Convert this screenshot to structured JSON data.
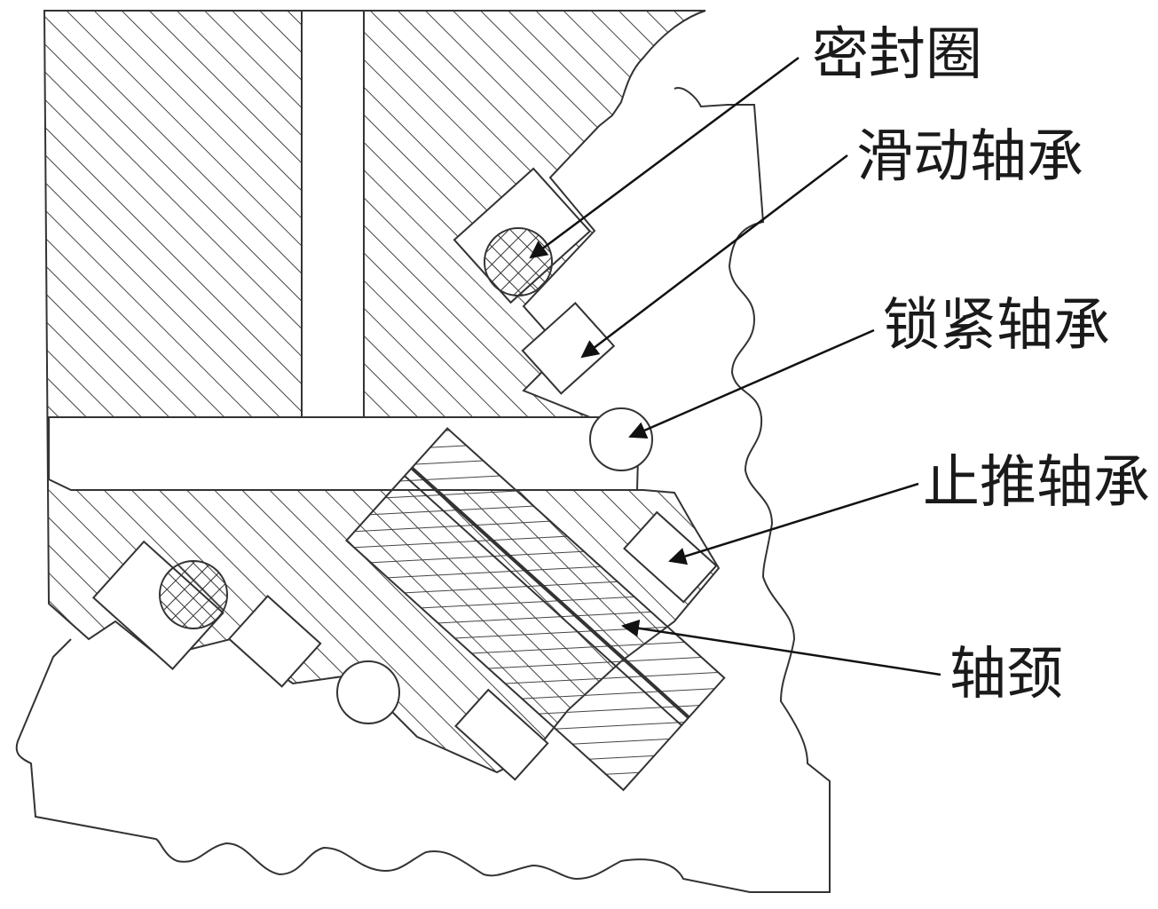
{
  "diagram": {
    "labels": {
      "seal_ring": "密封圈",
      "sliding_bearing": "滑动轴承",
      "locking_bearing": "锁紧轴承",
      "thrust_bearing": "止推轴承",
      "journal": "轴颈"
    }
  },
  "colors": {
    "line": "#333333",
    "hatch": "#444444",
    "background": "#ffffff"
  }
}
